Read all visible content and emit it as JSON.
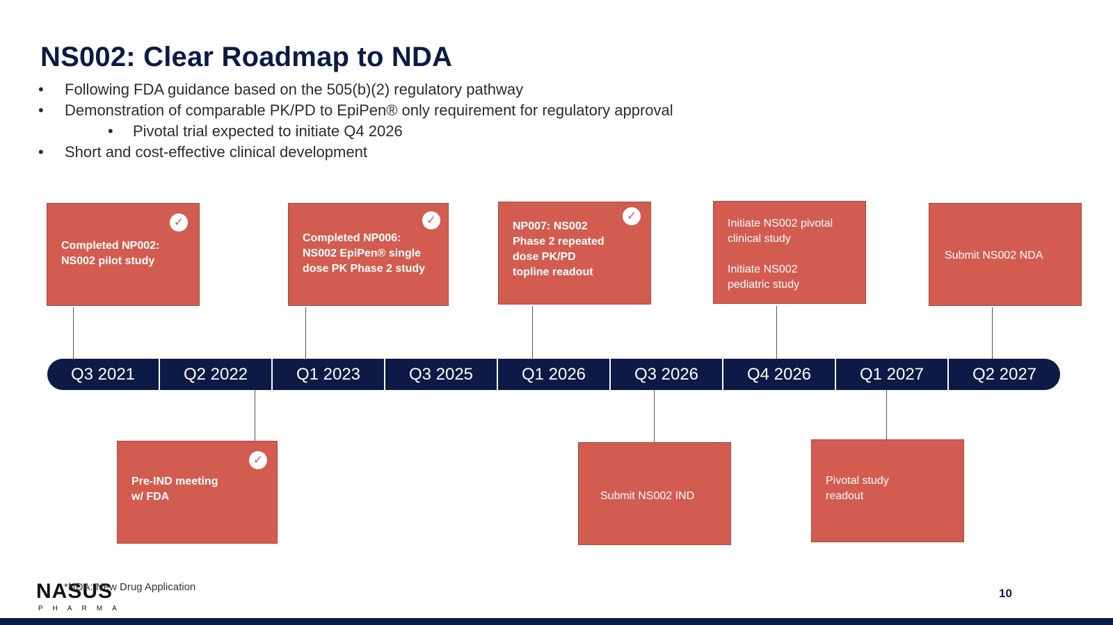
{
  "slide": {
    "title": "NS002: Clear Roadmap to NDA",
    "bullet_marker": "•",
    "bullets": [
      "Following FDA guidance based on the 505(b)(2) regulatory pathway",
      "Demonstration of comparable PK/PD to EpiPen®  only requirement for regulatory approval",
      "Pivotal trial expected to initiate Q4 2026",
      "Short and cost-effective clinical development"
    ],
    "footnote": "*NDA: New Drug Application",
    "page_number": "10"
  },
  "logo": {
    "wordmark": "NASUS",
    "sub": "PHARMA"
  },
  "timeline": {
    "quarters": [
      "Q3 2021",
      "Q2 2022",
      "Q1 2023",
      "Q3 2025",
      "Q1 2026",
      "Q3 2026",
      "Q4 2026",
      "Q1 2027",
      "Q2 2027"
    ]
  },
  "milestones": {
    "np002": {
      "text": "Completed NP002:\nNS002 pilot study",
      "completed": true
    },
    "np006": {
      "text": "Completed NP006:\nNS002 EpiPen® single\ndose PK Phase 2 study",
      "completed": true
    },
    "np007": {
      "text": "NP007: NS002\nPhase 2 repeated\ndose PK/PD\ntopline readout",
      "completed": true
    },
    "pivotal": {
      "text": "Initiate NS002 pivotal\nclinical study\n\nInitiate NS002\npediatric study",
      "completed": false
    },
    "nda": {
      "text": "Submit NS002 NDA",
      "completed": false
    },
    "pre_ind": {
      "text": "Pre-IND meeting\nw/ FDA",
      "completed": true
    },
    "ind": {
      "text": "Submit NS002 IND",
      "completed": false
    },
    "readout": {
      "text": "Pivotal study\nreadout",
      "completed": false
    }
  },
  "icons": {
    "check": "check-circle-icon"
  },
  "colors": {
    "navy": "#0c1a45",
    "milestone_red": "#d35c50"
  }
}
